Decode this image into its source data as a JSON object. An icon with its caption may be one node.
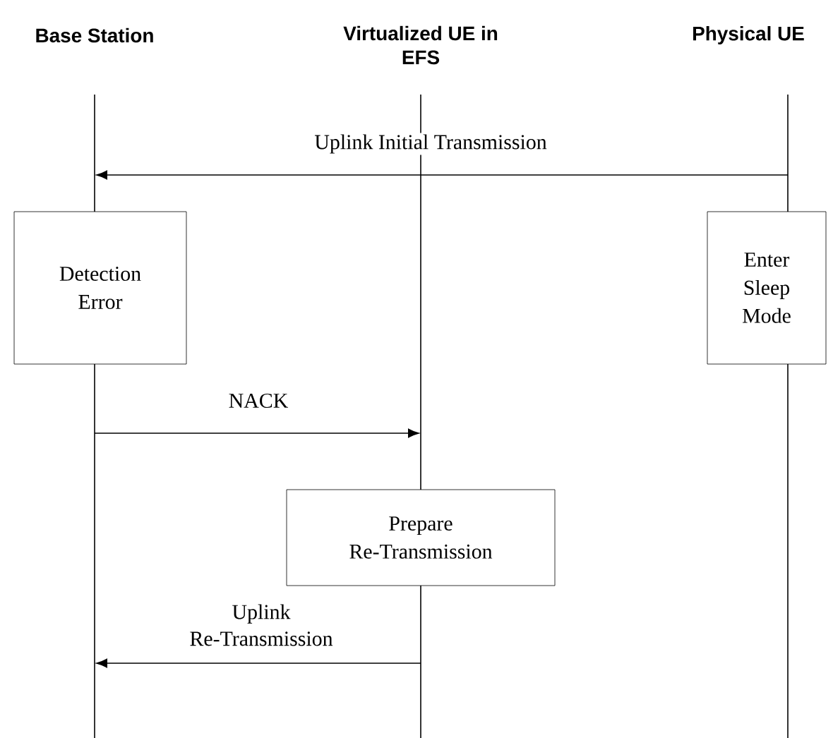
{
  "diagram": {
    "nodes": [
      {
        "text": [
          "Base Station"
        ]
      },
      {
        "text": [
          "Virtualized UE in EFS"
        ]
      },
      {
        "text": [
          "Physical UE"
        ]
      },
      {
        "text": [],
        "shape": "bar"
      },
      {
        "text": [],
        "shape": "bar"
      },
      {
        "text": [],
        "shape": "bar"
      },
      {
        "text": [],
        "shape": "bar"
      },
      {
        "text": [],
        "shape": "bar"
      },
      {
        "text": [],
        "shape": "bar"
      },
      {
        "text": [
          "Detection Error"
        ]
      },
      {
        "text": [
          "Enter Sleep Mode"
        ]
      },
      {
        "text": [
          "Prepare Re-Transmission"
        ]
      }
    ],
    "edges": [
      {
        "from": 7,
        "to": 3,
        "arrow": "to",
        "label": "Uplink Initial Transmission"
      },
      {
        "from": 4,
        "to": 5,
        "arrow": "to",
        "label": "NACK"
      },
      {
        "from": 6,
        "to": 4,
        "arrow": "to",
        "label": "Uplink Re-Transmission"
      }
    ]
  }
}
